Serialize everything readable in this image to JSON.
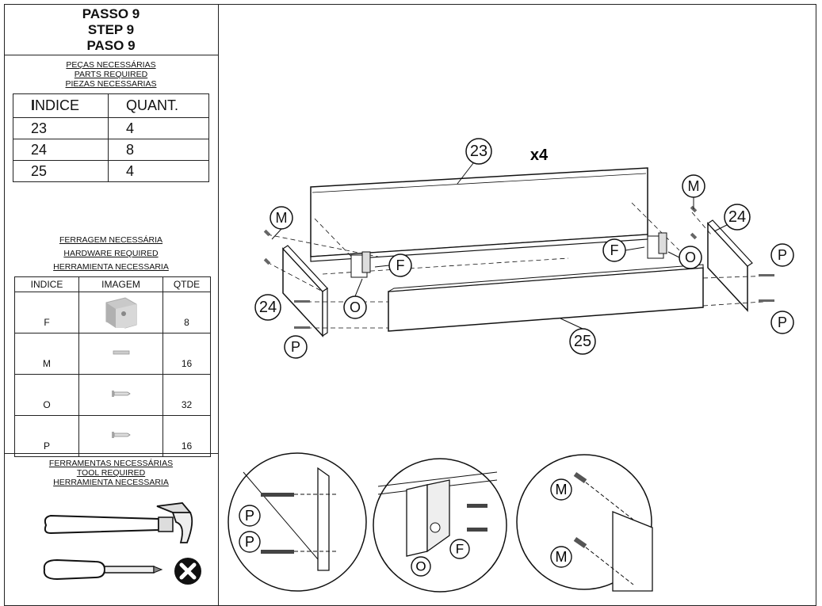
{
  "step": {
    "line1": "PASSO 9",
    "line2": "STEP 9",
    "line3": "PASO 9"
  },
  "parts_heading": {
    "pt": "PEÇAS NECESSÁRIAS",
    "en": "PARTS REQUIRED",
    "es": "PIEZAS NECESSARIAS"
  },
  "parts_table": {
    "headers": [
      "INDICE",
      "QUANT."
    ],
    "rows": [
      {
        "index": "23",
        "qty": "4"
      },
      {
        "index": "24",
        "qty": "8"
      },
      {
        "index": "25",
        "qty": "4"
      }
    ]
  },
  "hardware_heading": {
    "pt": "FERRAGEM NECESSÁRIA",
    "en": "HARDWARE REQUIRED",
    "es": "HERRAMIENTA NECESSARIA"
  },
  "hardware_table": {
    "headers": [
      "INDICE",
      "IMAGEM",
      "QTDE"
    ],
    "rows": [
      {
        "index": "F",
        "qty": "8",
        "icon": "bracket-icon"
      },
      {
        "index": "M",
        "qty": "16",
        "icon": "dowel-icon"
      },
      {
        "index": "O",
        "qty": "32",
        "icon": "screw-icon"
      },
      {
        "index": "P",
        "qty": "16",
        "icon": "screw-icon"
      }
    ]
  },
  "tools_heading": {
    "pt": "FERRAMENTAS NECESSÁRIAS",
    "en": "TOOL REQUIRED",
    "es": "HERRAMIENTA NECESSARIA"
  },
  "tools": [
    "hammer-icon",
    "screwdriver-icon",
    "not-allowed-icon"
  ],
  "diagram": {
    "multiplier": "x4",
    "labels": {
      "p23": "23",
      "p24": "24",
      "p25": "25",
      "m": "M",
      "f": "F",
      "o": "O",
      "p": "P"
    }
  }
}
